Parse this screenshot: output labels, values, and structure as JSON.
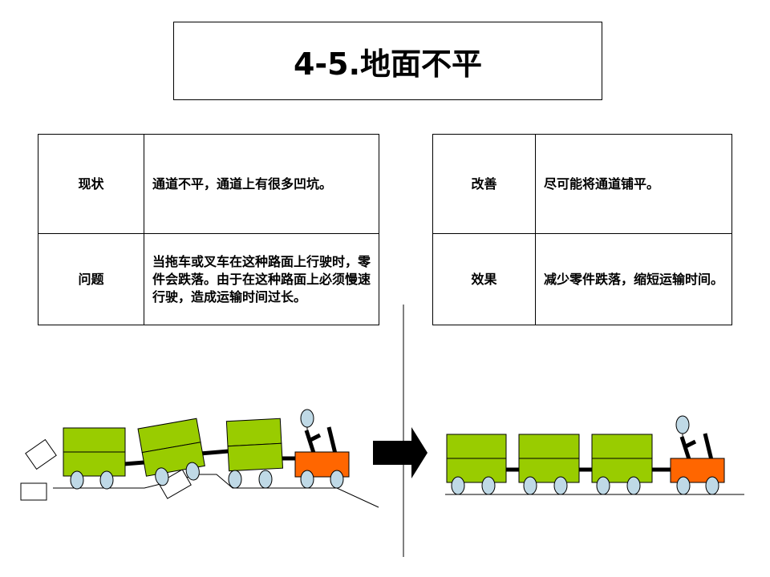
{
  "title": "4-5.地面不平",
  "left_table": {
    "rows": [
      {
        "label": "现状",
        "content": "通道不平，通道上有很多凹坑。"
      },
      {
        "label": "问题",
        "content": "当拖车或叉车在这种路面上行驶时，零件会跌落。由于在这种路面上必须慢速行驶，造成运输时间过长。"
      }
    ]
  },
  "right_table": {
    "rows": [
      {
        "label": "改善",
        "content": "尽可能将通道铺平。"
      },
      {
        "label": "效果",
        "content": "减少零件跌落，缩短运输时间。"
      }
    ]
  },
  "colors": {
    "cargo_green": "#99cc00",
    "tractor_orange": "#ff6600",
    "wheel_blue": "#bfd9e6",
    "arrow_black": "#000000"
  }
}
